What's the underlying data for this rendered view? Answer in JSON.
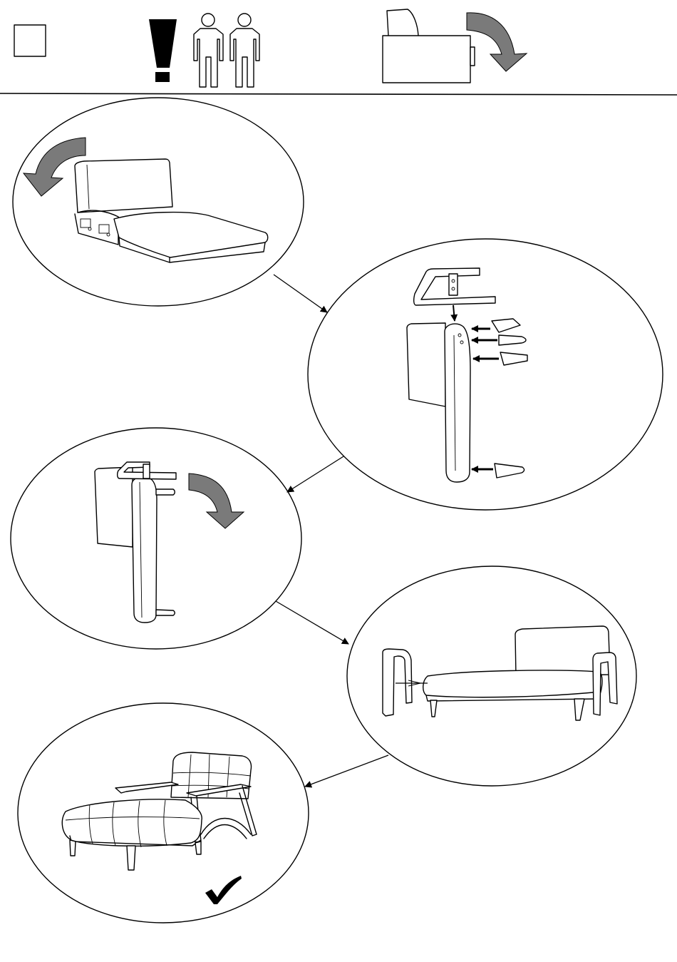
{
  "header": {
    "step_box_label": "",
    "icons": [
      "checkbox-icon",
      "warning-icon",
      "two-persons-icon",
      "box-rotate-icon"
    ]
  },
  "steps": [
    {
      "id": 1,
      "icon": "chaise-tilt-icon"
    },
    {
      "id": 2,
      "icon": "armrest-legs-attach-icon"
    },
    {
      "id": 3,
      "icon": "armrest-rotate-icon"
    },
    {
      "id": 4,
      "icon": "armrest-insert-icon"
    },
    {
      "id": 5,
      "icon": "finished-chaise-icon"
    }
  ],
  "colors": {
    "line": "#000000",
    "arrow_fill": "#7a7a7a",
    "background": "#ffffff"
  }
}
